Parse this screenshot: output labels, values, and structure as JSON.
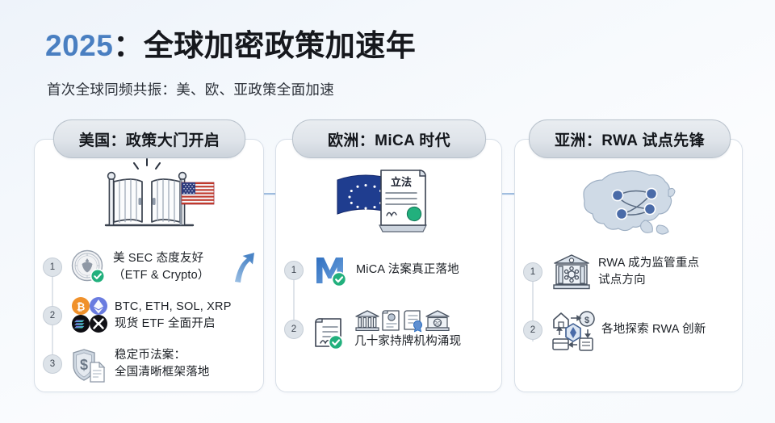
{
  "header": {
    "year": "2025",
    "colon": "：",
    "title_rest": "全球加密政策加速年",
    "subtitle": "首次全球同频共振：美、欧、亚政策全面加速",
    "year_color": "#4a7fc1",
    "title_color": "#16181d"
  },
  "colors": {
    "background": "#f3f7fb",
    "card_bg": "#ffffff",
    "card_border": "#d8dfe8",
    "pill_bg": "#dfe4ea",
    "pill_border": "#b9c2cc",
    "accent_blue": "#4a7fc1",
    "check_green": "#22b07d",
    "arrow_blue": "#6e9dd0",
    "number_circle": "#dde3e9"
  },
  "cards": [
    {
      "id": "us",
      "pill_label": "美国：政策大门开启",
      "hero_icon": "open-gate-with-us-flag-icon",
      "items": [
        {
          "number": "1",
          "icon": "sec-seal-verified-icon",
          "line1": "美 SEC 态度友好",
          "line2": "（ETF & Crypto）",
          "trailing_icon": "up-trend-arrow-icon"
        },
        {
          "number": "2",
          "icon": "crypto-coins-btc-eth-sol-xrp-icon",
          "line1": "BTC, ETH, SOL, XRP",
          "line2": "现货 ETF 全面开启",
          "trailing_icon": ""
        },
        {
          "number": "3",
          "icon": "stablecoin-shield-document-icon",
          "line1": "稳定币法案：",
          "line2": "全国清晰框架落地",
          "trailing_icon": ""
        }
      ]
    },
    {
      "id": "eu",
      "pill_label": "欧洲：MiCA 时代",
      "hero_icon": "eu-flag-with-legislation-scroll-icon",
      "hero_label": "立法",
      "items": [
        {
          "number": "1",
          "icon": "mica-m-logo-verified-icon",
          "line1": "MiCA 法案真正落地",
          "line2": "",
          "trailing_icon": ""
        },
        {
          "number": "2",
          "icon": "licensed-institutions-icon",
          "line1": "几十家持牌机构涌现",
          "line2": "",
          "trailing_icon": ""
        }
      ]
    },
    {
      "id": "asia",
      "pill_label": "亚洲：RWA 试点先锋",
      "hero_icon": "asia-map-network-nodes-icon",
      "items": [
        {
          "number": "1",
          "icon": "regulated-bank-rwa-icon",
          "line1": "RWA 成为监管重点",
          "line2": "试点方向",
          "trailing_icon": ""
        },
        {
          "number": "2",
          "icon": "rwa-tokenization-flow-icon",
          "line1": "各地探索 RWA 创新",
          "line2": "",
          "trailing_icon": ""
        }
      ]
    }
  ],
  "connectors": [
    {
      "from": "us",
      "to": "eu",
      "style": "arrow-right"
    },
    {
      "from": "eu",
      "to": "asia",
      "style": "arrow-right"
    }
  ]
}
